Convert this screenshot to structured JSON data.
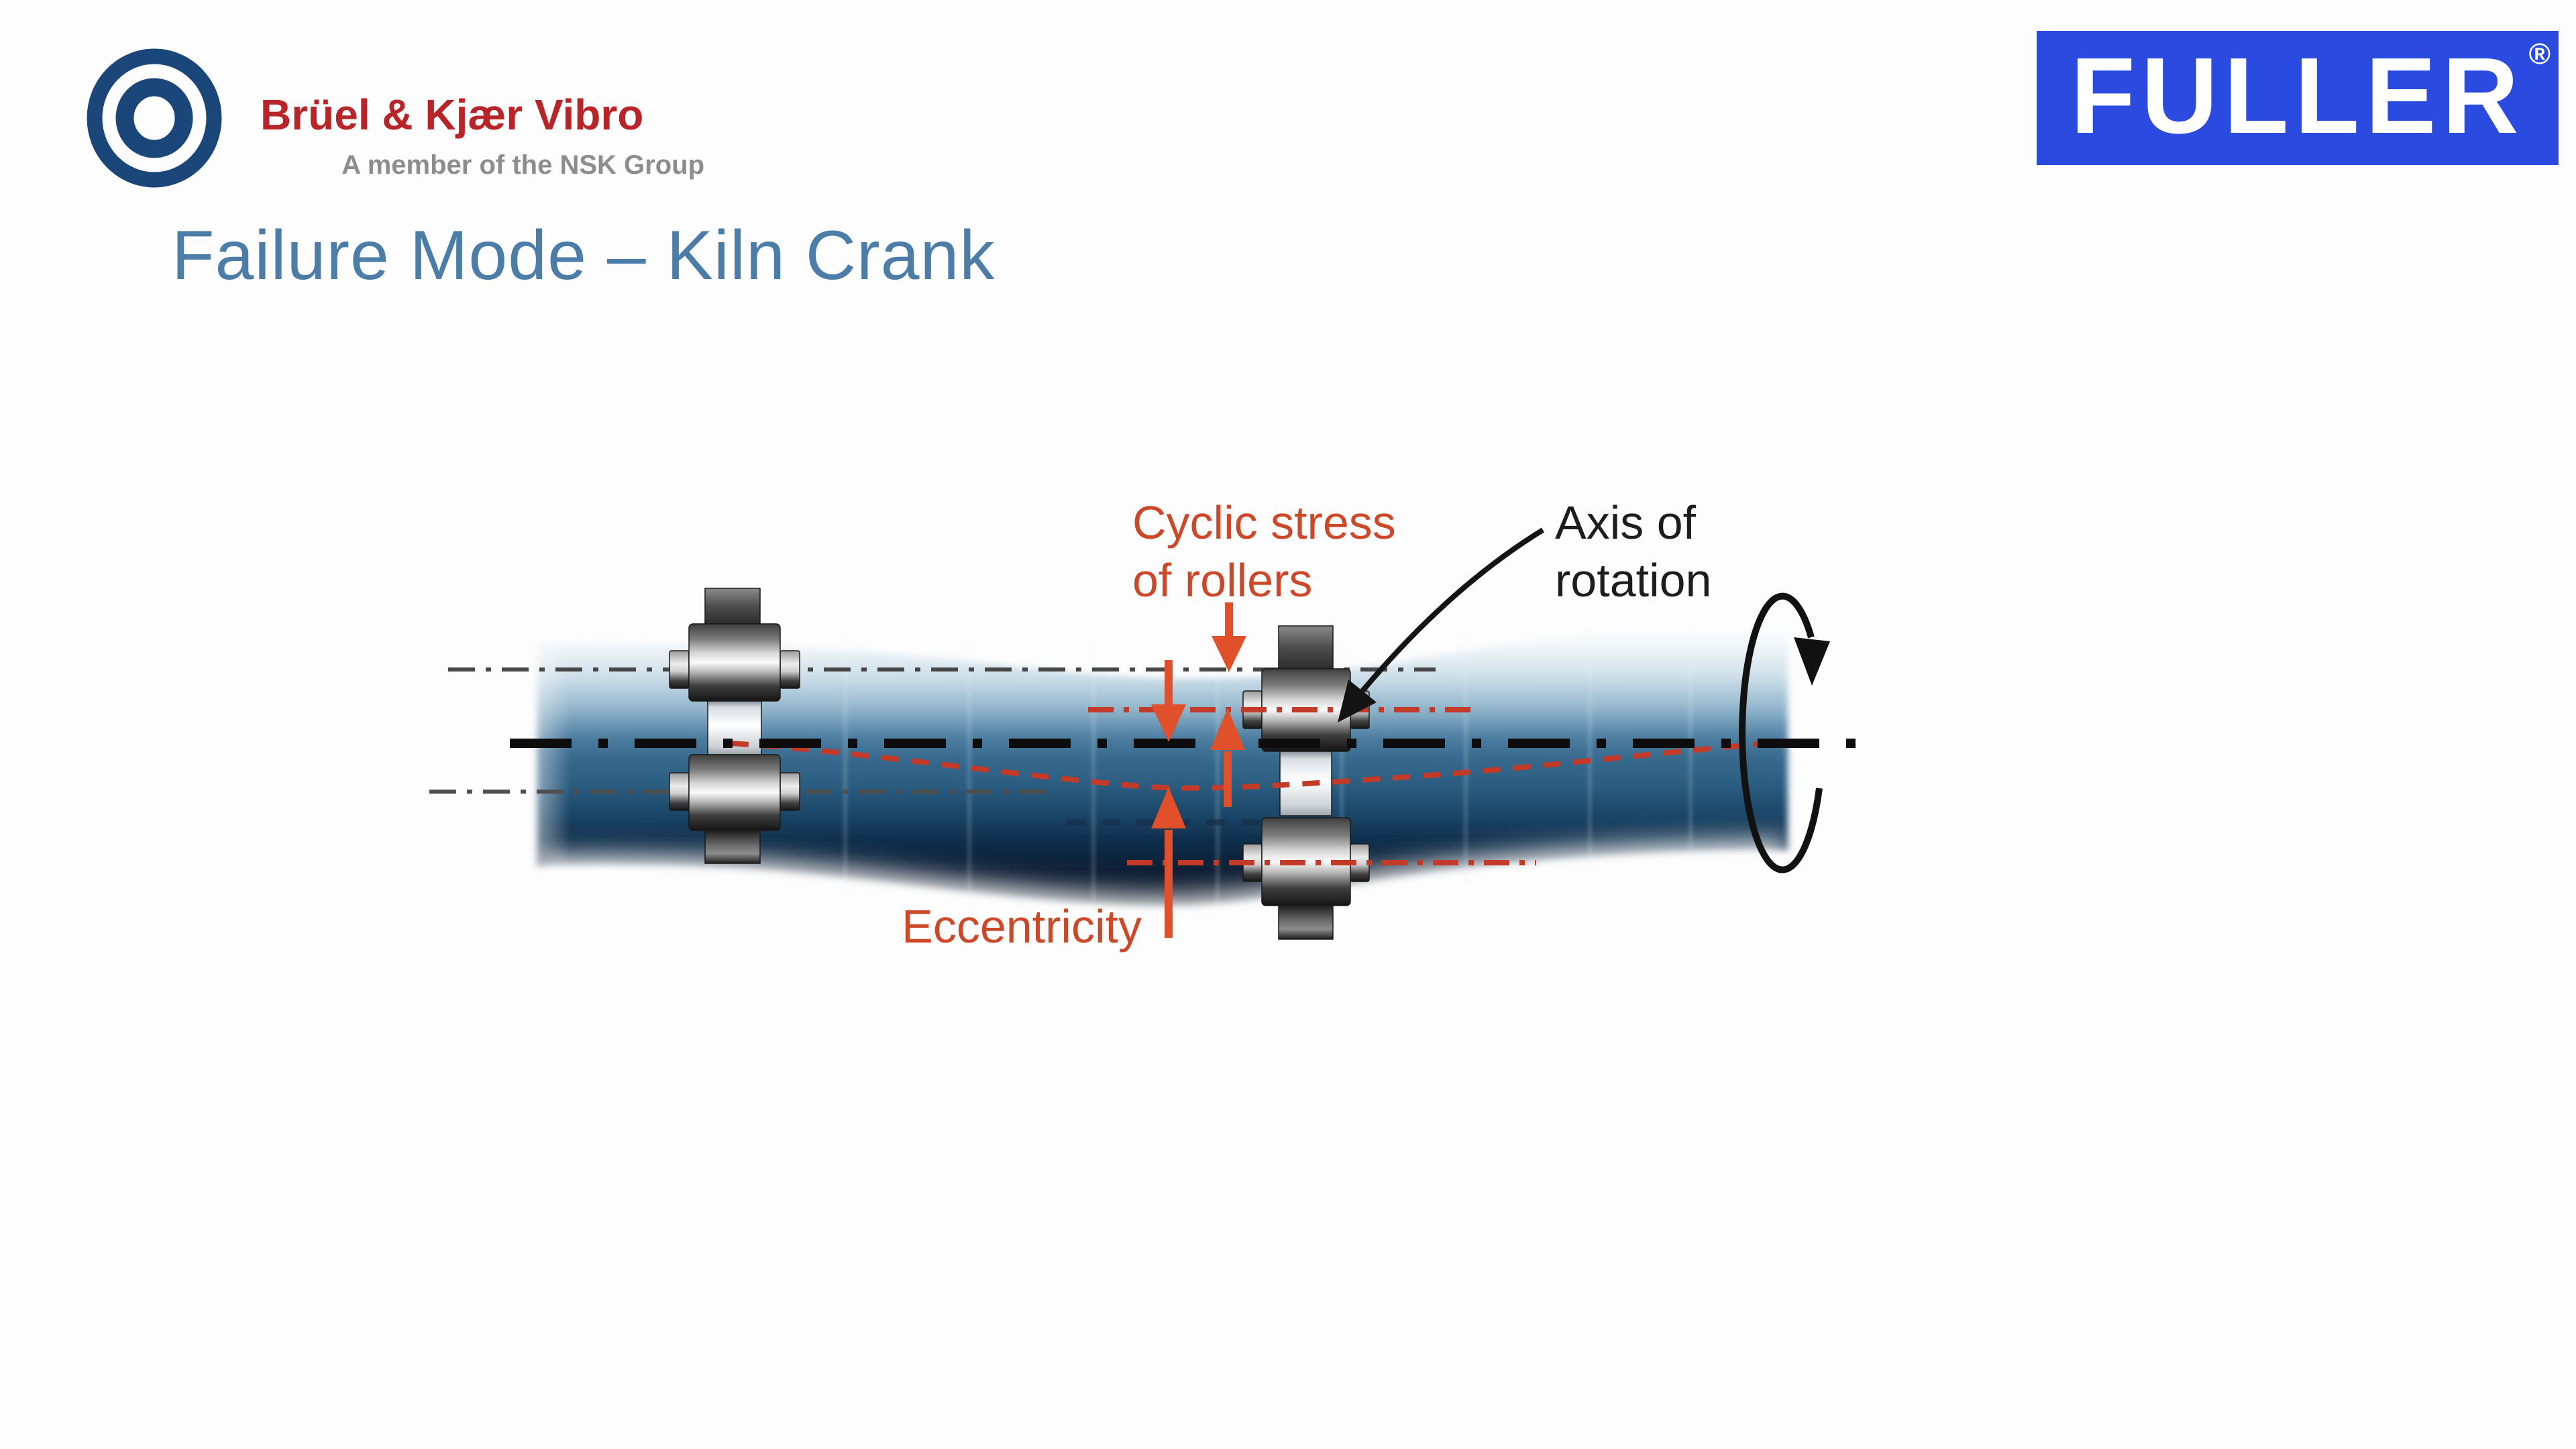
{
  "header": {
    "bkv": {
      "brand": "Brüel & Kjær Vibro",
      "tagline": "A member of the NSK Group",
      "logo_icon": "concentric-rings-logo"
    },
    "fuller": {
      "wordmark": "FULLER",
      "registered_mark": "®"
    }
  },
  "slide": {
    "title": "Failure Mode – Kiln Crank"
  },
  "diagram": {
    "labels": {
      "cyclic_stress_line1": "Cyclic stress",
      "cyclic_stress_line2": "of rollers",
      "axis_of_rotation_line1": "Axis of",
      "axis_of_rotation_line2": "rotation",
      "eccentricity": "Eccentricity"
    },
    "icons": [
      "down-arrow-icon",
      "up-arrow-icon",
      "leader-arrow-icon",
      "rotation-ellipse-arrow-icon"
    ],
    "colors": {
      "annotation_orange": "#e0502a",
      "label_red": "#cd4829",
      "reference_line_red": "#c43a28",
      "axis_black": "#0d0d0d",
      "roller_line_gray": "#4a4a4a",
      "shaft_blue_mid": "#2f6388",
      "shaft_blue_dark": "#081c30",
      "title_blue": "#4b7da8",
      "brand_red": "#b92428",
      "tagline_gray": "#8d8d8d",
      "fuller_blue": "#2b4ae0",
      "bkv_logo_blue": "#1b4679"
    }
  }
}
